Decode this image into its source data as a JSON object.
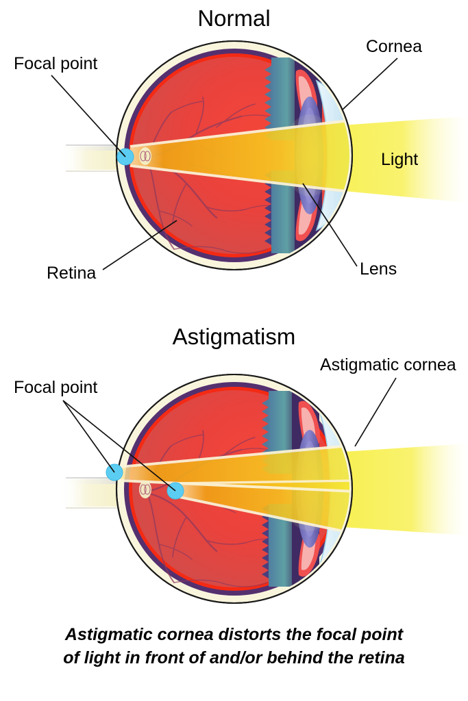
{
  "figure": {
    "kind": "anatomical-diagram",
    "subject": "Human eye cross-section comparing normal vision and astigmatism",
    "background_color": "#ffffff"
  },
  "panels": [
    {
      "id": "normal",
      "title": "Normal",
      "labels": [
        {
          "name": "focal-point",
          "text": "Focal point"
        },
        {
          "name": "cornea",
          "text": "Cornea"
        },
        {
          "name": "light",
          "text": "Light"
        },
        {
          "name": "retina",
          "text": "Retina"
        },
        {
          "name": "lens",
          "text": "Lens"
        }
      ],
      "focal_points": 1
    },
    {
      "id": "astigmatism",
      "title": "Astigmatism",
      "labels": [
        {
          "name": "focal-point",
          "text": "Focal point"
        },
        {
          "name": "astigmatic-cornea",
          "text": "Astigmatic cornea"
        }
      ],
      "focal_points": 2
    }
  ],
  "caption": {
    "line1": "Astigmatic cornea distorts the focal point",
    "line2": "of light in front of and/or behind the retina"
  },
  "colors": {
    "sclera": "#f7f2d8",
    "choroid": "#54306f",
    "retina_rim": "#f42a14",
    "retina_fill": "#e8453c",
    "retina_deep": "#cf4a4a",
    "vessel": "#8e3a5e",
    "ciliary_teal": "#5d9aa0",
    "ciliary_purple": "#3f2a63",
    "iris_red": "#ef3b34",
    "iris_pink": "#f4a6a6",
    "lens_blue": "#6c6ab5",
    "cornea_blue": "#cfe8f5",
    "cornea_edge": "#9ecfe6",
    "light_yellow": "#f5ec3c",
    "light_orange": "#f2a81e",
    "focal_dot": "#5ccdf2",
    "focal_dot_stroke": "#3fb8e5",
    "outline": "#141414",
    "text": "#000000"
  }
}
